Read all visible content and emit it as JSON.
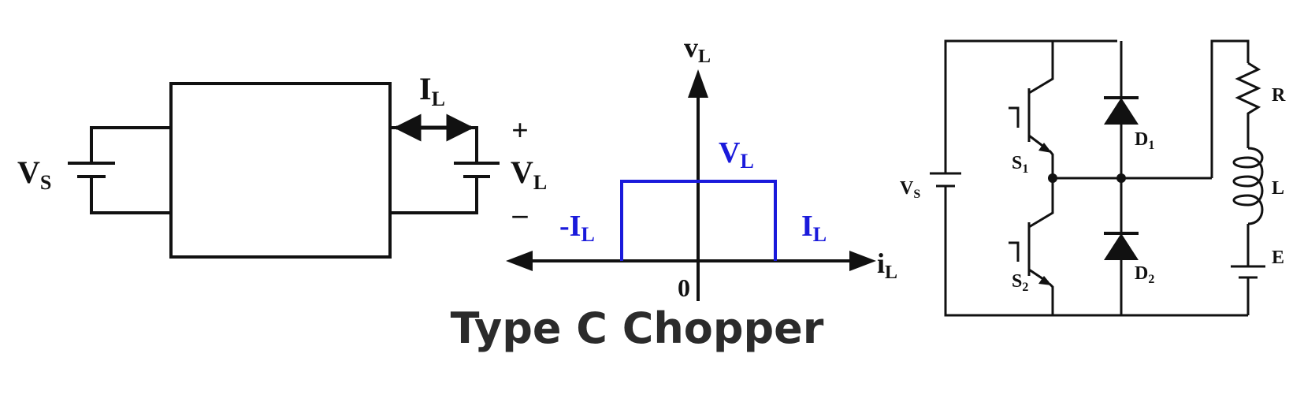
{
  "title": "Type C Chopper",
  "block_diagram": {
    "source_label": {
      "main": "V",
      "sub": "S"
    },
    "load_label": {
      "main": "V",
      "sub": "L"
    },
    "current_label": {
      "main": "I",
      "sub": "L"
    },
    "plus": "+",
    "minus": "–"
  },
  "quadrant_plot": {
    "y_axis_label": {
      "main": "v",
      "sub": "L"
    },
    "x_axis_label": {
      "main": "i",
      "sub": "L"
    },
    "origin_label": "0",
    "top_label": {
      "main": "V",
      "sub": "L"
    },
    "left_label": {
      "main": "-I",
      "sub": "L"
    },
    "right_label": {
      "main": "I",
      "sub": "L"
    },
    "region_color": "#1a1adb"
  },
  "circuit": {
    "source_label": {
      "main": "V",
      "sub": "S"
    },
    "switch1_label": {
      "main": "S",
      "sub": "1"
    },
    "switch2_label": {
      "main": "S",
      "sub": "2"
    },
    "diode1_label": {
      "main": "D",
      "sub": "1"
    },
    "diode2_label": {
      "main": "D",
      "sub": "2"
    },
    "resistor_label": "R",
    "inductor_label": "L",
    "emf_label": "E"
  }
}
